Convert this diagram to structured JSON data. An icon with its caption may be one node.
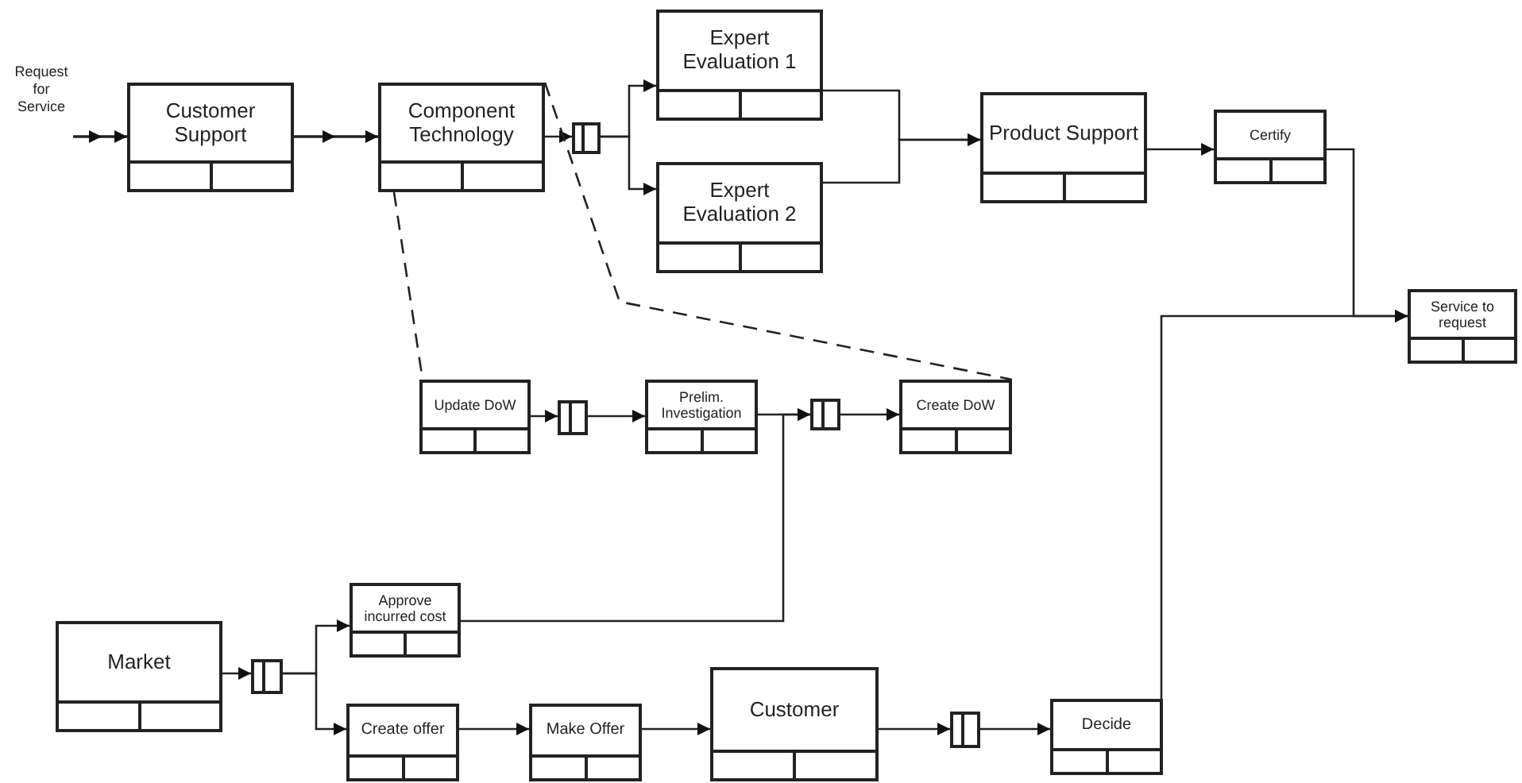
{
  "diagram": {
    "nodes": [
      {
        "text": [
          "Request for Service"
        ]
      },
      {
        "text": [
          "Customer Support"
        ]
      },
      {
        "text": [
          "Component Technology"
        ]
      },
      {
        "text": [],
        "shape": "box"
      },
      {
        "text": [
          "Expert Evaluation 1"
        ]
      },
      {
        "text": [
          "Expert Evaluation 2"
        ]
      },
      {
        "text": [
          "Product Support"
        ]
      },
      {
        "text": [
          "Certify"
        ]
      },
      {
        "text": [
          "Service to request"
        ]
      },
      {
        "text": [
          "Update DoW"
        ]
      },
      {
        "text": [],
        "shape": "box"
      },
      {
        "text": [
          "Prelim. Investigation"
        ]
      },
      {
        "text": [],
        "shape": "box"
      },
      {
        "text": [
          "Create DoW"
        ]
      },
      {
        "text": [
          "Market"
        ]
      },
      {
        "text": [],
        "shape": "box"
      },
      {
        "text": [
          "Approve incurred cost"
        ]
      },
      {
        "text": [
          "Create offer"
        ]
      },
      {
        "text": [
          "Make Offer"
        ]
      },
      {
        "text": [
          "Customer"
        ]
      },
      {
        "text": [],
        "shape": "box"
      },
      {
        "text": [
          "Decide"
        ]
      }
    ],
    "edges": [
      {
        "from": 0,
        "to": 1,
        "arrow": "to"
      },
      {
        "from": 1,
        "to": 2,
        "arrow": "to"
      },
      {
        "from": 2,
        "to": 3,
        "arrow": "to"
      },
      {
        "from": 3,
        "to": 4,
        "arrow": "to"
      },
      {
        "from": 3,
        "to": 5,
        "arrow": "to"
      },
      {
        "from": 4,
        "to": 6,
        "arrow": "to"
      },
      {
        "from": 5,
        "to": 6,
        "arrow": "to"
      },
      {
        "from": 6,
        "to": 7,
        "arrow": "to"
      },
      {
        "from": 7,
        "to": 8,
        "arrow": "to"
      },
      {
        "from": 21,
        "to": 8,
        "arrow": "to"
      },
      {
        "from": 9,
        "to": 10,
        "arrow": "to"
      },
      {
        "from": 10,
        "to": 11,
        "arrow": "to"
      },
      {
        "from": 11,
        "to": 12,
        "arrow": "to"
      },
      {
        "from": 12,
        "to": 13,
        "arrow": "to"
      },
      {
        "from": 16,
        "to": 12,
        "arrow": "to"
      },
      {
        "from": 14,
        "to": 15,
        "arrow": "to"
      },
      {
        "from": 15,
        "to": 16,
        "arrow": "to"
      },
      {
        "from": 15,
        "to": 17,
        "arrow": "to"
      },
      {
        "from": 17,
        "to": 18,
        "arrow": "to"
      },
      {
        "from": 18,
        "to": 19,
        "arrow": "to"
      },
      {
        "from": 19,
        "to": 20,
        "arrow": "to"
      },
      {
        "from": 20,
        "to": 21,
        "arrow": "to"
      },
      {
        "from": 2,
        "to": 9,
        "arrow": "none",
        "style": "dashed"
      },
      {
        "from": 2,
        "to": 13,
        "arrow": "none",
        "style": "dashed"
      }
    ]
  }
}
